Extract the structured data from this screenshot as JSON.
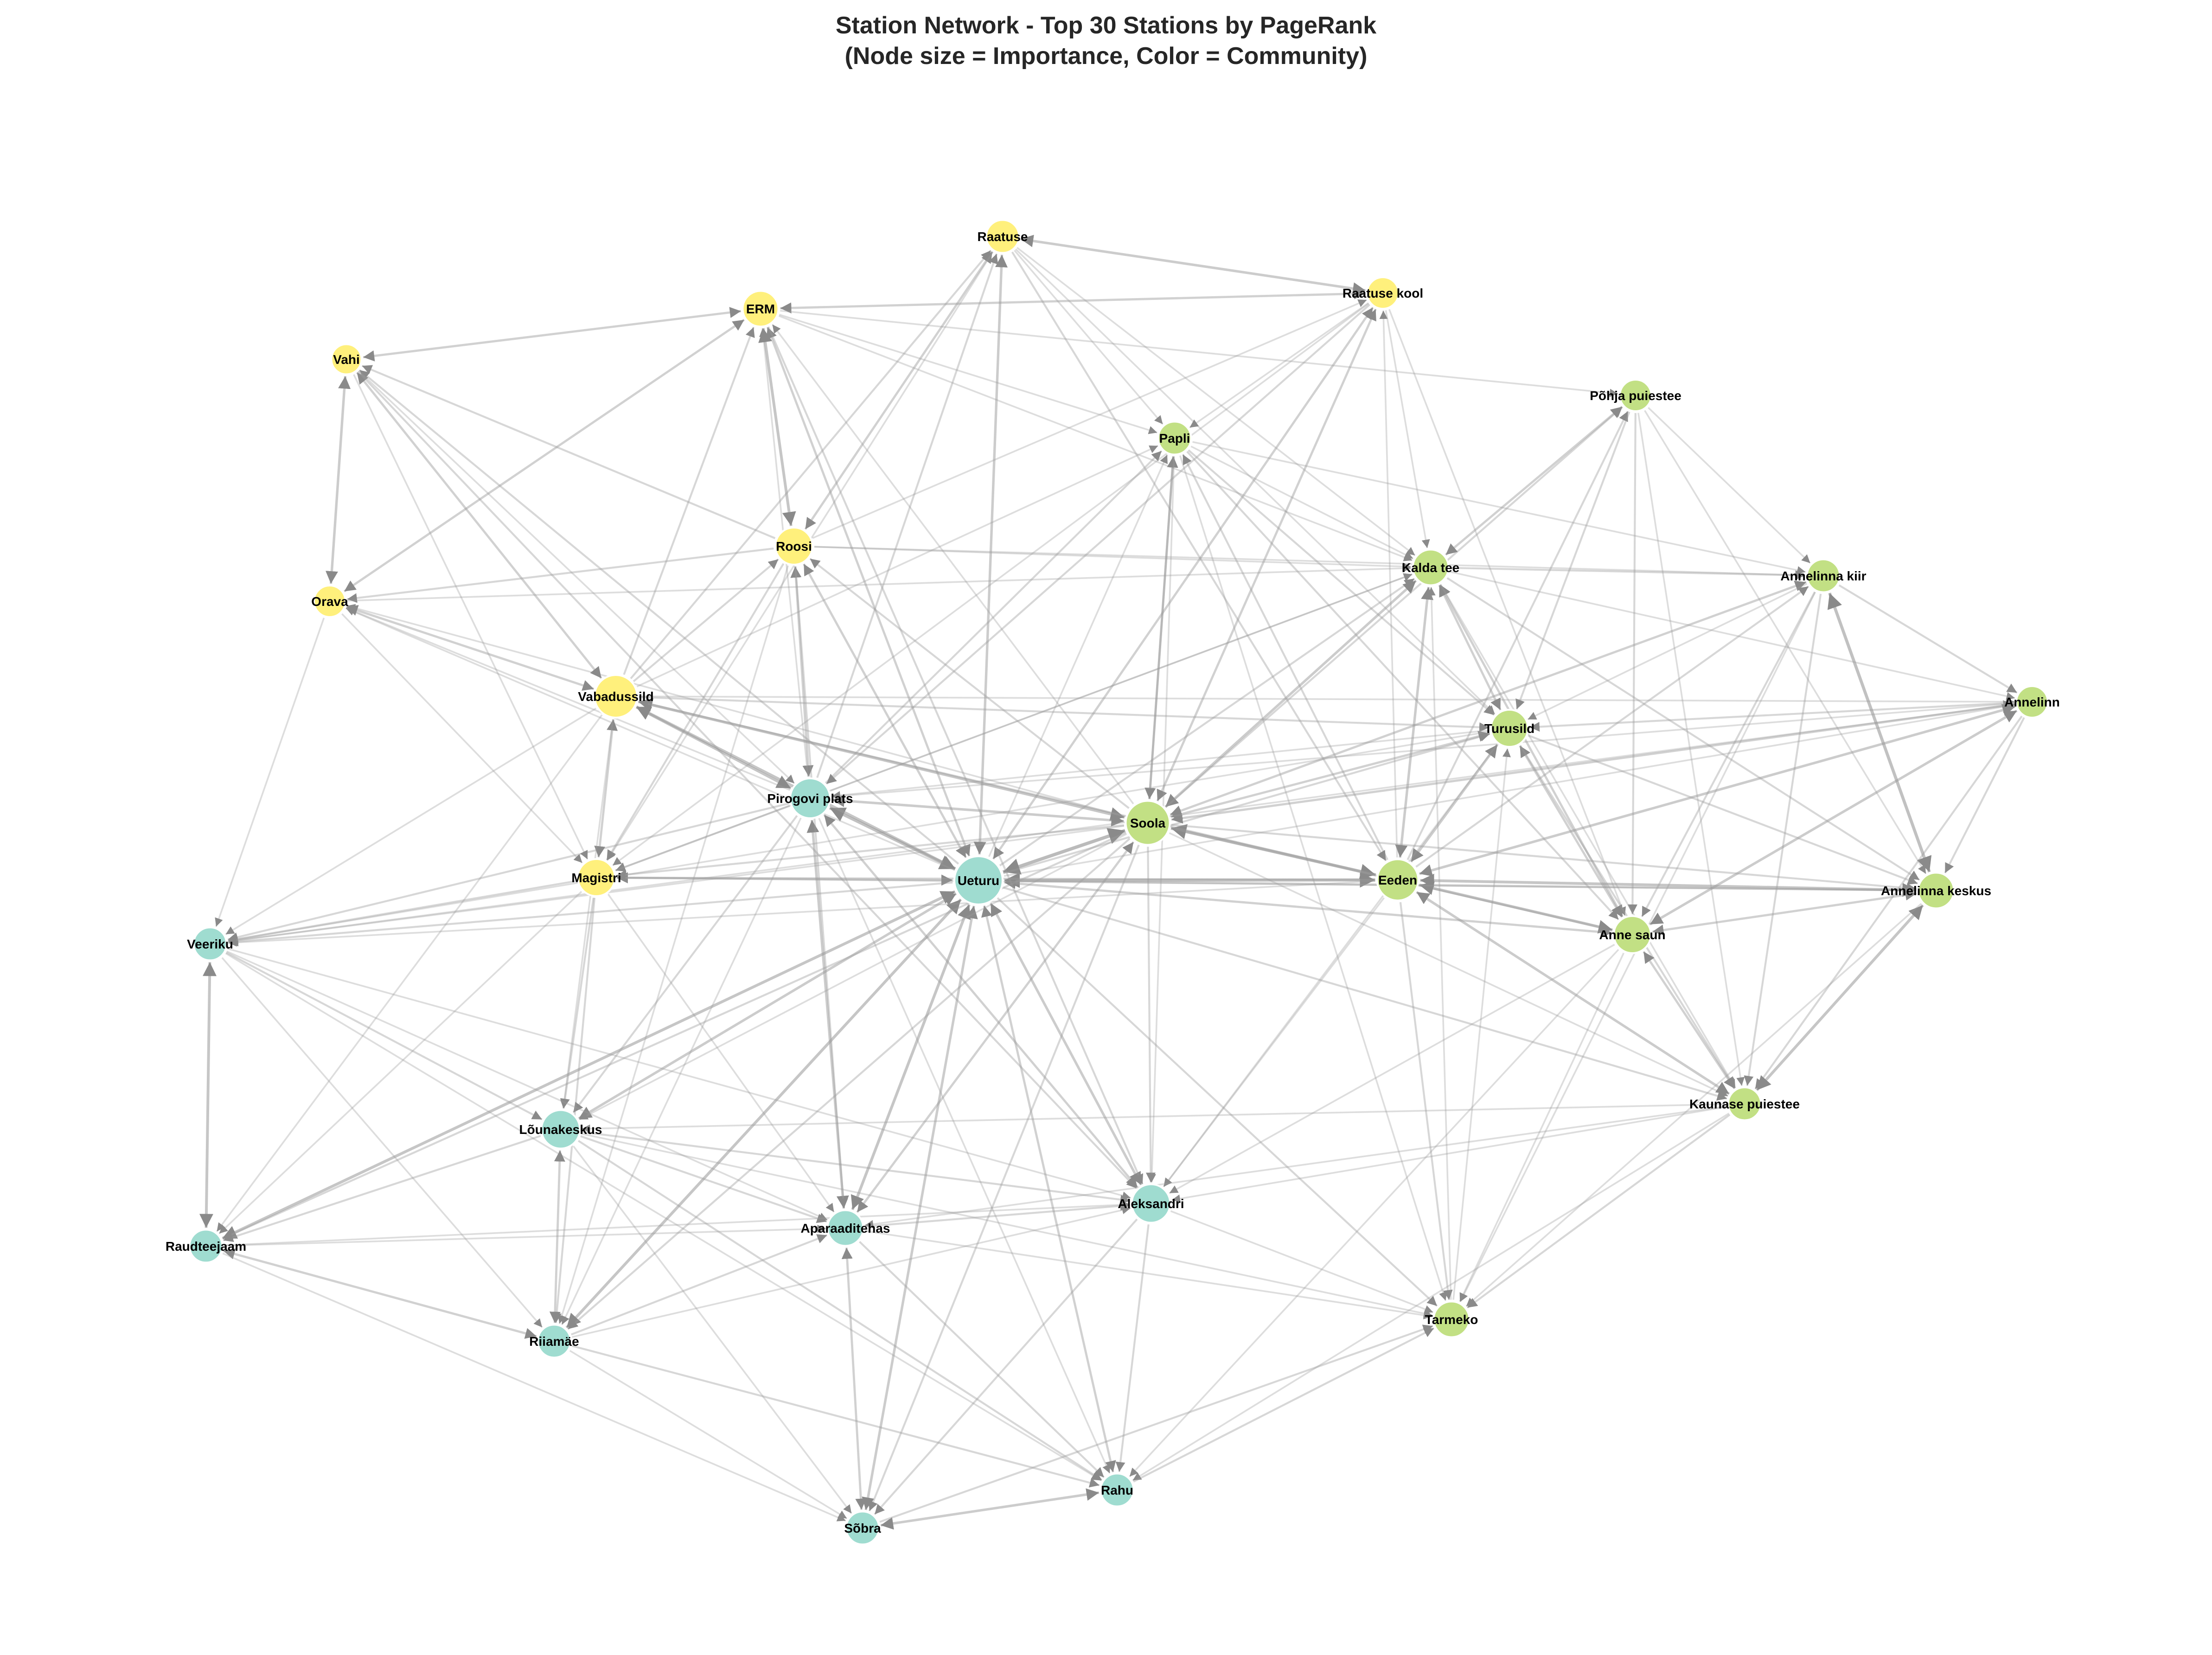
{
  "title": {
    "line1": "Station Network - Top 30 Stations by PageRank",
    "line2": "(Node size = Importance, Color = Community)"
  },
  "colors": {
    "community_0": "#fff07c",
    "community_1": "#c2e084",
    "community_2": "#9fdcd0",
    "edge": "#9a9a9a"
  },
  "stations": [
    {
      "name": "Raatuse",
      "community": 0,
      "importance": 0.45
    },
    {
      "name": "Raatuse kool",
      "community": 0,
      "importance": 0.4
    },
    {
      "name": "ERM",
      "community": 0,
      "importance": 0.55
    },
    {
      "name": "Vahi",
      "community": 0,
      "importance": 0.35
    },
    {
      "name": "Põhja puiestee",
      "community": 1,
      "importance": 0.4
    },
    {
      "name": "Papli",
      "community": 1,
      "importance": 0.45
    },
    {
      "name": "Roosi",
      "community": 0,
      "importance": 0.6
    },
    {
      "name": "Kalda tee",
      "community": 1,
      "importance": 0.55
    },
    {
      "name": "Annelinna kiir",
      "community": 1,
      "importance": 0.45
    },
    {
      "name": "Orava",
      "community": 0,
      "importance": 0.4
    },
    {
      "name": "Annelinn",
      "community": 1,
      "importance": 0.4
    },
    {
      "name": "Vabadussild",
      "community": 0,
      "importance": 0.8
    },
    {
      "name": "Turusild",
      "community": 1,
      "importance": 0.6
    },
    {
      "name": "Pirogovi plats",
      "community": 2,
      "importance": 0.7
    },
    {
      "name": "Soola",
      "community": 1,
      "importance": 0.85
    },
    {
      "name": "Ueturu",
      "community": 2,
      "importance": 1.0
    },
    {
      "name": "Magistri",
      "community": 0,
      "importance": 0.6
    },
    {
      "name": "Eeden",
      "community": 1,
      "importance": 0.75
    },
    {
      "name": "Annelinna keskus",
      "community": 1,
      "importance": 0.55
    },
    {
      "name": "Veeriku",
      "community": 2,
      "importance": 0.45
    },
    {
      "name": "Anne saun",
      "community": 1,
      "importance": 0.6
    },
    {
      "name": "Kaunase puiestee",
      "community": 1,
      "importance": 0.45
    },
    {
      "name": "Lõunakeskus",
      "community": 2,
      "importance": 0.65
    },
    {
      "name": "Aleksandri",
      "community": 2,
      "importance": 0.65
    },
    {
      "name": "Raudteejaam",
      "community": 2,
      "importance": 0.45
    },
    {
      "name": "Aparaaditehas",
      "community": 2,
      "importance": 0.55
    },
    {
      "name": "Tarmeko",
      "community": 1,
      "importance": 0.55
    },
    {
      "name": "Riiamäe",
      "community": 2,
      "importance": 0.45
    },
    {
      "name": "Rahu",
      "community": 2,
      "importance": 0.45
    },
    {
      "name": "Sõbra",
      "community": 2,
      "importance": 0.45
    }
  ],
  "edges": [
    [
      "Ueturu",
      "Soola",
      1.0
    ],
    [
      "Ueturu",
      "Eeden",
      0.9
    ],
    [
      "Ueturu",
      "Pirogovi plats",
      0.9
    ],
    [
      "Ueturu",
      "Vabadussild",
      0.8
    ],
    [
      "Ueturu",
      "Raudteejaam",
      0.8
    ],
    [
      "Ueturu",
      "Riiamäe",
      0.8
    ],
    [
      "Ueturu",
      "Lõunakeskus",
      0.7
    ],
    [
      "Ueturu",
      "Aparaaditehas",
      0.8
    ],
    [
      "Ueturu",
      "Sõbra",
      0.7
    ],
    [
      "Ueturu",
      "Rahu",
      0.6
    ],
    [
      "Ueturu",
      "Aleksandri",
      0.7
    ],
    [
      "Ueturu",
      "Raatuse",
      0.7
    ],
    [
      "Ueturu",
      "ERM",
      0.6
    ],
    [
      "Ueturu",
      "Raatuse kool",
      0.6
    ],
    [
      "Ueturu",
      "Roosi",
      0.6
    ],
    [
      "Ueturu",
      "Magistri",
      0.6
    ],
    [
      "Ueturu",
      "Veeriku",
      0.5
    ],
    [
      "Ueturu",
      "Tarmeko",
      0.5
    ],
    [
      "Ueturu",
      "Anne saun",
      0.6
    ],
    [
      "Ueturu",
      "Kaunase puiestee",
      0.5
    ],
    [
      "Ueturu",
      "Annelinna keskus",
      0.6
    ],
    [
      "Ueturu",
      "Vahi",
      0.5
    ],
    [
      "Ueturu",
      "Turusild",
      0.5
    ],
    [
      "Ueturu",
      "Kalda tee",
      0.5
    ],
    [
      "Ueturu",
      "Papli",
      0.4
    ],
    [
      "Ueturu",
      "Annelinn",
      0.4
    ],
    [
      "Ueturu",
      "Orava",
      0.4
    ],
    [
      "Soola",
      "Eeden",
      0.9
    ],
    [
      "Soola",
      "Vabadussild",
      0.8
    ],
    [
      "Soola",
      "Pirogovi plats",
      0.7
    ],
    [
      "Soola",
      "Kalda tee",
      0.7
    ],
    [
      "Soola",
      "Annelinna kiir",
      0.6
    ],
    [
      "Soola",
      "Annelinn",
      0.6
    ],
    [
      "Soola",
      "Turusild",
      0.6
    ],
    [
      "Soola",
      "Raatuse kool",
      0.6
    ],
    [
      "Soola",
      "Papli",
      0.6
    ],
    [
      "Soola",
      "Roosi",
      0.5
    ],
    [
      "Soola",
      "Magistri",
      0.5
    ],
    [
      "Soola",
      "Raudteejaam",
      0.5
    ],
    [
      "Soola",
      "Aparaaditehas",
      0.6
    ],
    [
      "Soola",
      "Aleksandri",
      0.5
    ],
    [
      "Soola",
      "Sõbra",
      0.5
    ],
    [
      "Soola",
      "Anne saun",
      0.5
    ],
    [
      "Soola",
      "Annelinna keskus",
      0.5
    ],
    [
      "Soola",
      "Riiamäe",
      0.5
    ],
    [
      "Soola",
      "Lõunakeskus",
      0.4
    ],
    [
      "Soola",
      "Veeriku",
      0.4
    ],
    [
      "Soola",
      "Orava",
      0.4
    ],
    [
      "Soola",
      "ERM",
      0.4
    ],
    [
      "Soola",
      "Põhja puiestee",
      0.5
    ],
    [
      "Soola",
      "Kaunase puiestee",
      0.4
    ],
    [
      "Eeden",
      "Annelinna keskus",
      0.8
    ],
    [
      "Eeden",
      "Anne saun",
      0.8
    ],
    [
      "Eeden",
      "Turusild",
      0.7
    ],
    [
      "Eeden",
      "Kalda tee",
      0.7
    ],
    [
      "Eeden",
      "Annelinn",
      0.7
    ],
    [
      "Eeden",
      "Kaunase puiestee",
      0.7
    ],
    [
      "Eeden",
      "Papli",
      0.5
    ],
    [
      "Eeden",
      "Tarmeko",
      0.5
    ],
    [
      "Eeden",
      "Aleksandri",
      0.4
    ],
    [
      "Eeden",
      "Annelinna kiir",
      0.5
    ],
    [
      "Eeden",
      "Vabadussild",
      0.5
    ],
    [
      "Eeden",
      "Magistri",
      0.5
    ],
    [
      "Eeden",
      "Veeriku",
      0.4
    ],
    [
      "Eeden",
      "Raatuse kool",
      0.4
    ],
    [
      "Eeden",
      "Põhja puiestee",
      0.5
    ],
    [
      "Pirogovi plats",
      "Vabadussild",
      0.8
    ],
    [
      "Pirogovi plats",
      "Roosi",
      0.6
    ],
    [
      "Pirogovi plats",
      "Aparaaditehas",
      0.7
    ],
    [
      "Pirogovi plats",
      "Aleksandri",
      0.6
    ],
    [
      "Pirogovi plats",
      "Magistri",
      0.5
    ],
    [
      "Pirogovi plats",
      "Veeriku",
      0.5
    ],
    [
      "Pirogovi plats",
      "Raatuse",
      0.5
    ],
    [
      "Pirogovi plats",
      "Papli",
      0.5
    ],
    [
      "Pirogovi plats",
      "Kalda tee",
      0.4
    ],
    [
      "Pirogovi plats",
      "Riiamäe",
      0.4
    ],
    [
      "Pirogovi plats",
      "Lõunakeskus",
      0.5
    ],
    [
      "Pirogovi plats",
      "Rahu",
      0.4
    ],
    [
      "Pirogovi plats",
      "ERM",
      0.4
    ],
    [
      "Pirogovi plats",
      "Orava",
      0.4
    ],
    [
      "Vabadussild",
      "Orava",
      0.6
    ],
    [
      "Vabadussild",
      "Vahi",
      0.6
    ],
    [
      "Vabadussild",
      "Magistri",
      0.6
    ],
    [
      "Vabadussild",
      "Roosi",
      0.5
    ],
    [
      "Vabadussild",
      "Turusild",
      0.5
    ],
    [
      "Vabadussild",
      "ERM",
      0.5
    ],
    [
      "Vabadussild",
      "Raatuse",
      0.5
    ],
    [
      "Vabadussild",
      "Veeriku",
      0.4
    ],
    [
      "Vabadussild",
      "Raudteejaam",
      0.4
    ],
    [
      "Vabadussild",
      "Lõunakeskus",
      0.4
    ],
    [
      "Vabadussild",
      "Annelinn",
      0.4
    ],
    [
      "Vabadussild",
      "Papli",
      0.4
    ],
    [
      "Roosi",
      "ERM",
      0.8
    ],
    [
      "Roosi",
      "Raatuse",
      0.6
    ],
    [
      "Roosi",
      "Vahi",
      0.5
    ],
    [
      "Roosi",
      "Orava",
      0.5
    ],
    [
      "Roosi",
      "Magistri",
      0.5
    ],
    [
      "Roosi",
      "Kalda tee",
      0.4
    ],
    [
      "Roosi",
      "Aparaaditehas",
      0.5
    ],
    [
      "Roosi",
      "Annelinna kiir",
      0.4
    ],
    [
      "Roosi",
      "Riiamäe",
      0.4
    ],
    [
      "Roosi",
      "Raatuse kool",
      0.4
    ],
    [
      "ERM",
      "Raatuse kool",
      0.6
    ],
    [
      "ERM",
      "Vahi",
      0.6
    ],
    [
      "ERM",
      "Orava",
      0.6
    ],
    [
      "ERM",
      "Papli",
      0.4
    ],
    [
      "ERM",
      "Aleksandri",
      0.5
    ],
    [
      "ERM",
      "Kalda tee",
      0.4
    ],
    [
      "ERM",
      "Põhja puiestee",
      0.4
    ],
    [
      "Raatuse",
      "Raatuse kool",
      0.7
    ],
    [
      "Raatuse",
      "Papli",
      0.4
    ],
    [
      "Raatuse",
      "Magistri",
      0.4
    ],
    [
      "Raatuse",
      "Kalda tee",
      0.4
    ],
    [
      "Raatuse",
      "Eeden",
      0.5
    ],
    [
      "Raatuse",
      "Turusild",
      0.4
    ],
    [
      "Raatuse kool",
      "Papli",
      0.4
    ],
    [
      "Raatuse kool",
      "Kalda tee",
      0.4
    ],
    [
      "Raatuse kool",
      "Pirogovi plats",
      0.5
    ],
    [
      "Raatuse kool",
      "Magistri",
      0.4
    ],
    [
      "Raatuse kool",
      "Anne saun",
      0.4
    ],
    [
      "Vahi",
      "Orava",
      0.7
    ],
    [
      "Vahi",
      "Magistri",
      0.4
    ],
    [
      "Vahi",
      "Aleksandri",
      0.5
    ],
    [
      "Vahi",
      "Pirogovi plats",
      0.4
    ],
    [
      "Orava",
      "Magistri",
      0.4
    ],
    [
      "Orava",
      "Veeriku",
      0.4
    ],
    [
      "Orava",
      "Kalda tee",
      0.4
    ],
    [
      "Magistri",
      "Veeriku",
      0.5
    ],
    [
      "Magistri",
      "Lõunakeskus",
      0.5
    ],
    [
      "Magistri",
      "Riiamäe",
      0.5
    ],
    [
      "Magistri",
      "Raudteejaam",
      0.4
    ],
    [
      "Magistri",
      "Aparaaditehas",
      0.4
    ],
    [
      "Magistri",
      "Kalda tee",
      0.4
    ],
    [
      "Papli",
      "Soola",
      0.6
    ],
    [
      "Papli",
      "Turusild",
      0.5
    ],
    [
      "Papli",
      "Anne saun",
      0.5
    ],
    [
      "Papli",
      "Kalda tee",
      0.4
    ],
    [
      "Papli",
      "Annelinna kiir",
      0.4
    ],
    [
      "Papli",
      "Aleksandri",
      0.4
    ],
    [
      "Papli",
      "Tarmeko",
      0.4
    ],
    [
      "Põhja puiestee",
      "Kalda tee",
      0.6
    ],
    [
      "Põhja puiestee",
      "Turusild",
      0.5
    ],
    [
      "Põhja puiestee",
      "Anne saun",
      0.5
    ],
    [
      "Põhja puiestee",
      "Annelinna kiir",
      0.4
    ],
    [
      "Põhja puiestee",
      "Annelinna keskus",
      0.4
    ],
    [
      "Põhja puiestee",
      "Kaunase puiestee",
      0.4
    ],
    [
      "Kalda tee",
      "Turusild",
      0.6
    ],
    [
      "Kalda tee",
      "Anne saun",
      0.6
    ],
    [
      "Kalda tee",
      "Annelinna kiir",
      0.5
    ],
    [
      "Kalda tee",
      "Annelinna keskus",
      0.5
    ],
    [
      "Kalda tee",
      "Annelinn",
      0.4
    ],
    [
      "Kalda tee",
      "Kaunase puiestee",
      0.4
    ],
    [
      "Annelinna kiir",
      "Annelinna keskus",
      0.9
    ],
    [
      "Annelinna kiir",
      "Annelinn",
      0.5
    ],
    [
      "Annelinna kiir",
      "Anne saun",
      0.5
    ],
    [
      "Annelinna kiir",
      "Kaunase puiestee",
      0.5
    ],
    [
      "Annelinna kiir",
      "Turusild",
      0.4
    ],
    [
      "Annelinna kiir",
      "Tarmeko",
      0.4
    ],
    [
      "Annelinn",
      "Anne saun",
      0.7
    ],
    [
      "Annelinn",
      "Annelinna keskus",
      0.5
    ],
    [
      "Annelinn",
      "Turusild",
      0.5
    ],
    [
      "Annelinn",
      "Kaunase puiestee",
      0.5
    ],
    [
      "Annelinn",
      "Veeriku",
      0.4
    ],
    [
      "Annelinn",
      "Pirogovi plats",
      0.4
    ],
    [
      "Turusild",
      "Anne saun",
      0.6
    ],
    [
      "Turusild",
      "Annelinna keskus",
      0.5
    ],
    [
      "Turusild",
      "Kaunase puiestee",
      0.5
    ],
    [
      "Turusild",
      "Veeriku",
      0.4
    ],
    [
      "Turusild",
      "Pirogovi plats",
      0.4
    ],
    [
      "Turusild",
      "Aleksandri",
      0.4
    ],
    [
      "Anne saun",
      "Annelinna keskus",
      0.6
    ],
    [
      "Anne saun",
      "Kaunase puiestee",
      0.6
    ],
    [
      "Anne saun",
      "Tarmeko",
      0.4
    ],
    [
      "Anne saun",
      "Aleksandri",
      0.4
    ],
    [
      "Anne saun",
      "Rahu",
      0.4
    ],
    [
      "Annelinna keskus",
      "Kaunase puiestee",
      0.8
    ],
    [
      "Annelinna keskus",
      "Tarmeko",
      0.4
    ],
    [
      "Annelinna keskus",
      "Magistri",
      0.4
    ],
    [
      "Kaunase puiestee",
      "Tarmeko",
      0.5
    ],
    [
      "Kaunase puiestee",
      "Aleksandri",
      0.4
    ],
    [
      "Kaunase puiestee",
      "Lõunakeskus",
      0.4
    ],
    [
      "Kaunase puiestee",
      "Rahu",
      0.4
    ],
    [
      "Kaunase puiestee",
      "Aparaaditehas",
      0.4
    ],
    [
      "Veeriku",
      "Raudteejaam",
      0.8
    ],
    [
      "Veeriku",
      "Lõunakeskus",
      0.5
    ],
    [
      "Veeriku",
      "Riiamäe",
      0.4
    ],
    [
      "Veeriku",
      "Aparaaditehas",
      0.4
    ],
    [
      "Veeriku",
      "Aleksandri",
      0.4
    ],
    [
      "Veeriku",
      "Rahu",
      0.4
    ],
    [
      "Lõunakeskus",
      "Raudteejaam",
      0.5
    ],
    [
      "Lõunakeskus",
      "Riiamäe",
      0.6
    ],
    [
      "Lõunakeskus",
      "Aparaaditehas",
      0.5
    ],
    [
      "Lõunakeskus",
      "Aleksandri",
      0.5
    ],
    [
      "Lõunakeskus",
      "Rahu",
      0.5
    ],
    [
      "Lõunakeskus",
      "Sõbra",
      0.4
    ],
    [
      "Lõunakeskus",
      "Tarmeko",
      0.4
    ],
    [
      "Raudteejaam",
      "Riiamäe",
      0.6
    ],
    [
      "Raudteejaam",
      "Aparaaditehas",
      0.4
    ],
    [
      "Raudteejaam",
      "Aleksandri",
      0.4
    ],
    [
      "Raudteejaam",
      "Sõbra",
      0.4
    ],
    [
      "Riiamäe",
      "Aparaaditehas",
      0.5
    ],
    [
      "Riiamäe",
      "Rahu",
      0.5
    ],
    [
      "Riiamäe",
      "Sõbra",
      0.4
    ],
    [
      "Riiamäe",
      "Aleksandri",
      0.4
    ],
    [
      "Aparaaditehas",
      "Sõbra",
      0.6
    ],
    [
      "Aparaaditehas",
      "Aleksandri",
      0.5
    ],
    [
      "Aparaaditehas",
      "Rahu",
      0.5
    ],
    [
      "Aparaaditehas",
      "Tarmeko",
      0.4
    ],
    [
      "Aleksandri",
      "Rahu",
      0.5
    ],
    [
      "Aleksandri",
      "Sõbra",
      0.5
    ],
    [
      "Aleksandri",
      "Tarmeko",
      0.4
    ],
    [
      "Sõbra",
      "Rahu",
      0.7
    ],
    [
      "Sõbra",
      "Tarmeko",
      0.5
    ],
    [
      "Rahu",
      "Tarmeko",
      0.5
    ],
    [
      "Tarmeko",
      "Turusild",
      0.4
    ],
    [
      "Tarmeko",
      "Kalda tee",
      0.4
    ]
  ]
}
